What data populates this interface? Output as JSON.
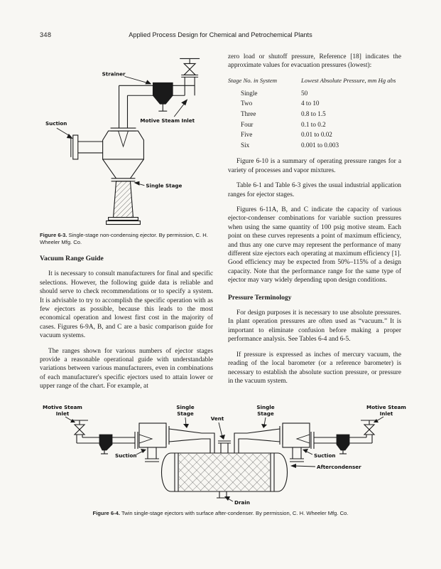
{
  "page": {
    "number": "348",
    "running_title": "Applied Process Design for Chemical and Petrochemical Plants"
  },
  "left_column": {
    "figure": {
      "labels": {
        "strainer": "Strainer",
        "motive_steam_inlet": "Motive Steam Inlet",
        "suction": "Suction",
        "single_stage": "Single Stage"
      },
      "caption_label": "Figure 6-3.",
      "caption_text": "Single-stage non-condensing ejector. By permission, C. H. Wheeler Mfg. Co."
    },
    "heading": "Vacuum Range Guide",
    "para1": "It is necessary to consult manufacturers for final and specific selections. However, the following guide data is reliable and should serve to check recommendations or to specify a system. It is advisable to try to accomplish the specific operation with as few ejectors as possible, because this leads to the most economical operation and lowest first cost in the majority of cases. Figures 6-9A, B, and C are a basic comparison guide for vacuum systems.",
    "para2": "The ranges shown for various numbers of ejector stages provide a reasonable operational guide with understandable variations between various manufacturers, even in combinations of each manufacturer's specific ejectors used to attain lower or upper range of the chart. For example, at"
  },
  "right_column": {
    "intro": "zero load or shutoff pressure, Reference [18] indicates the approximate values for evacuation pressures (lowest):",
    "table": {
      "col1_header": "Stage No. in System",
      "col2_header": "Lowest Absolute Pressure, mm Hg abs",
      "rows": [
        {
          "stage": "Single",
          "pressure": "50"
        },
        {
          "stage": "Two",
          "pressure": "4 to 10"
        },
        {
          "stage": "Three",
          "pressure": "0.8 to 1.5"
        },
        {
          "stage": "Four",
          "pressure": "0.1 to 0.2"
        },
        {
          "stage": "Five",
          "pressure": "0.01 to 0.02"
        },
        {
          "stage": "Six",
          "pressure": "0.001 to 0.003"
        }
      ]
    },
    "para1": "Figure 6-10 is a summary of operating pressure ranges for a variety of processes and vapor mixtures.",
    "para2": "Table 6-1 and Table 6-3 gives the usual industrial application ranges for ejector stages.",
    "para3": "Figures 6-11A, B, and C indicate the capacity of various ejector-condenser combinations for variable suction pressures when using the same quantity of 100 psig motive steam. Each point on these curves represents a point of maximum efficiency, and thus any one curve may represent the performance of many different size ejectors each operating at maximum efficiency [1]. Good efficiency may be expected from 50%–115% of a design capacity. Note that the performance range for the same type of ejector may vary widely depending upon design conditions.",
    "heading2": "Pressure Terminology",
    "para4": "For design purposes it is necessary to use absolute pressures. In plant operation pressures are often used as “vacuum.” It is important to eliminate confusion before making a proper performance analysis. See Tables 6-4 and 6-5.",
    "para5": "If pressure is expressed as inches of mercury vacuum, the reading of the local barometer (or a reference barometer) is necessary to establish the absolute suction pressure, or pressure in the vacuum system."
  },
  "bottom_figure": {
    "labels": {
      "motive_steam": "Motive Steam",
      "inlet": "Inlet",
      "single": "Single",
      "stage": "Stage",
      "vent": "Vent",
      "suction": "Suction",
      "aftercondenser": "Aftercondenser",
      "drain": "Drain"
    },
    "caption_label": "Figure 6-4.",
    "caption_text": "Twin single-stage ejectors with surface after-condenser. By permission, C. H. Wheeler Mfg. Co."
  }
}
